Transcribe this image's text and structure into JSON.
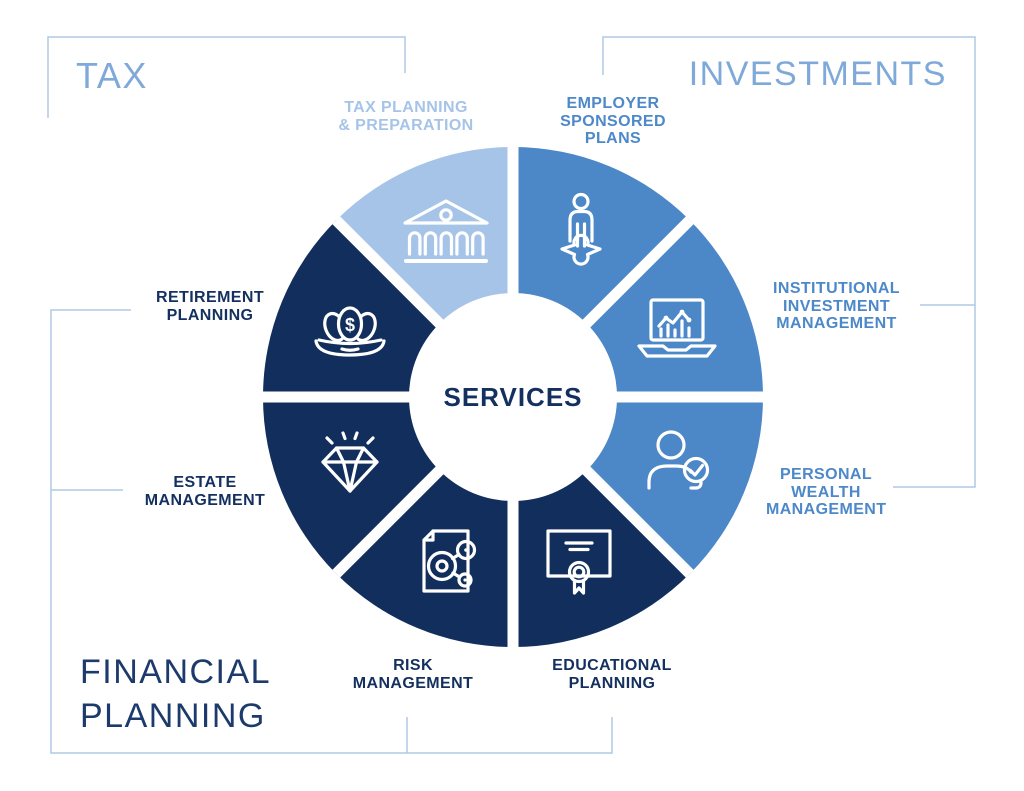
{
  "colors": {
    "segment-light-blue": "#a6c4e8",
    "segment-medium-blue": "#4c87c7",
    "segment-navy": "#112e5c",
    "label-navy": "#13305f",
    "label-medium-blue": "#4d88c9",
    "label-light-blue": "#a6c4e8",
    "category-blue": "#7fa9d9",
    "category-navy": "#1c3a6b",
    "bracket-line": "#b0c8e4",
    "icon-stroke": "#ffffff",
    "background": "#ffffff"
  },
  "wheel": {
    "center_label": "SERVICES"
  },
  "groups": {
    "tax": {
      "label": "TAX"
    },
    "investments": {
      "label": "INVESTMENTS"
    },
    "financial_planning": {
      "label_lines": [
        "FINANCIAL",
        "PLANNING"
      ]
    }
  },
  "segments": [
    {
      "id": "tax-planning-preparation",
      "icon": "bank-columns-icon",
      "color": "light-blue",
      "label_lines": [
        "TAX PLANNING",
        "& PREPARATION"
      ]
    },
    {
      "id": "employer-sponsored-plans",
      "icon": "person-on-puzzle-icon",
      "color": "medium-blue",
      "label_lines": [
        "EMPLOYER",
        "SPONSORED",
        "PLANS"
      ]
    },
    {
      "id": "institutional-investment-management",
      "icon": "laptop-chart-icon",
      "color": "medium-blue",
      "label_lines": [
        "INSTITUTIONAL",
        "INVESTMENT",
        "MANAGEMENT"
      ]
    },
    {
      "id": "personal-wealth-management",
      "icon": "person-check-icon",
      "color": "medium-blue",
      "label_lines": [
        "PERSONAL",
        "WEALTH",
        "MANAGEMENT"
      ]
    },
    {
      "id": "educational-planning",
      "icon": "certificate-icon",
      "color": "navy",
      "label_lines": [
        "EDUCATIONAL",
        "PLANNING"
      ]
    },
    {
      "id": "risk-management",
      "icon": "document-network-icon",
      "color": "navy",
      "label_lines": [
        "RISK",
        "MANAGEMENT"
      ]
    },
    {
      "id": "estate-management",
      "icon": "diamond-icon",
      "color": "navy",
      "label_lines": [
        "ESTATE",
        "MANAGEMENT"
      ]
    },
    {
      "id": "retirement-planning",
      "icon": "nest-egg-icon",
      "color": "navy",
      "label_lines": [
        "RETIREMENT",
        "PLANNING"
      ]
    }
  ]
}
